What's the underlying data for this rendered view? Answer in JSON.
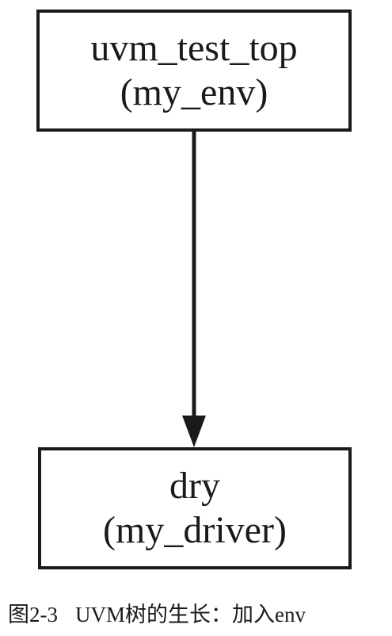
{
  "diagram": {
    "nodes": [
      {
        "id": "uvm_test_top",
        "name_line": "uvm_test_top",
        "type_line": "(my_env)"
      },
      {
        "id": "dry",
        "name_line": "dry",
        "type_line": "(my_driver)"
      }
    ],
    "edges": [
      {
        "from": "uvm_test_top",
        "to": "dry",
        "arrow": "end"
      }
    ],
    "colors": {
      "line": "#1a1a1a",
      "background": "#ffffff"
    }
  },
  "caption": {
    "number": "图2-3",
    "text": "UVM树的生长：加入env"
  }
}
